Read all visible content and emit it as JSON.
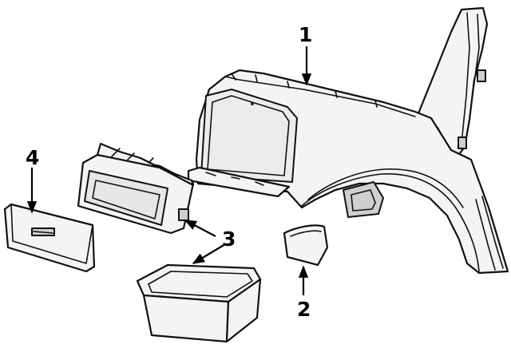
{
  "callouts": [
    {
      "id": "callout-1",
      "label": "1"
    },
    {
      "id": "callout-2",
      "label": "2"
    },
    {
      "id": "callout-3",
      "label": "3"
    },
    {
      "id": "callout-4",
      "label": "4"
    }
  ]
}
